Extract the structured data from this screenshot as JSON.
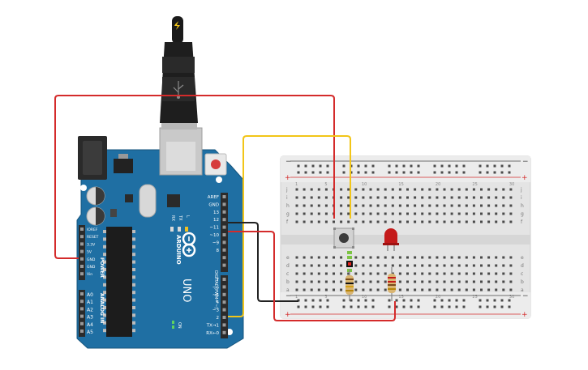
{
  "arduino": {
    "brand": "ARDUINO",
    "model": "UNO",
    "logo": "infinity-logo",
    "digital_header_label": "DIGITAL (PWM= ~)",
    "pins_right": [
      "AREF",
      "GND",
      "13",
      "12",
      "~11",
      "~10",
      "~9",
      "8",
      "7",
      "~6",
      "~5",
      "4",
      "~3",
      "2",
      "TX→1",
      "RX←0"
    ],
    "power_label": "POWER",
    "power_pins": [
      "IOREF",
      "RESET",
      "3.3V",
      "5V",
      "GND",
      "GND",
      "Vin"
    ],
    "analog_label": "ANALOG IN",
    "analog_pins": [
      "A0",
      "A1",
      "A2",
      "A3",
      "A4",
      "A5"
    ],
    "led_labels": [
      "RX",
      "TX",
      "L"
    ],
    "on_label": "ON",
    "board_color": "#1f6fa3",
    "header_color": "#2b2b2b"
  },
  "breadboard": {
    "row_letters_top": [
      "j",
      "i",
      "h",
      "g",
      "f"
    ],
    "row_letters_bottom": [
      "e",
      "d",
      "c",
      "b",
      "a"
    ],
    "column_numbers": [
      "1",
      "5",
      "10",
      "15",
      "20",
      "25",
      "30"
    ],
    "rail_plus": "+",
    "rail_minus": "−"
  },
  "usb_plug": {
    "icon": "lightning-icon"
  },
  "wire_colors": {
    "red": "#d42b2b",
    "yellow": "#f2c518",
    "black": "#222222"
  },
  "led_color": "#c41a1a"
}
